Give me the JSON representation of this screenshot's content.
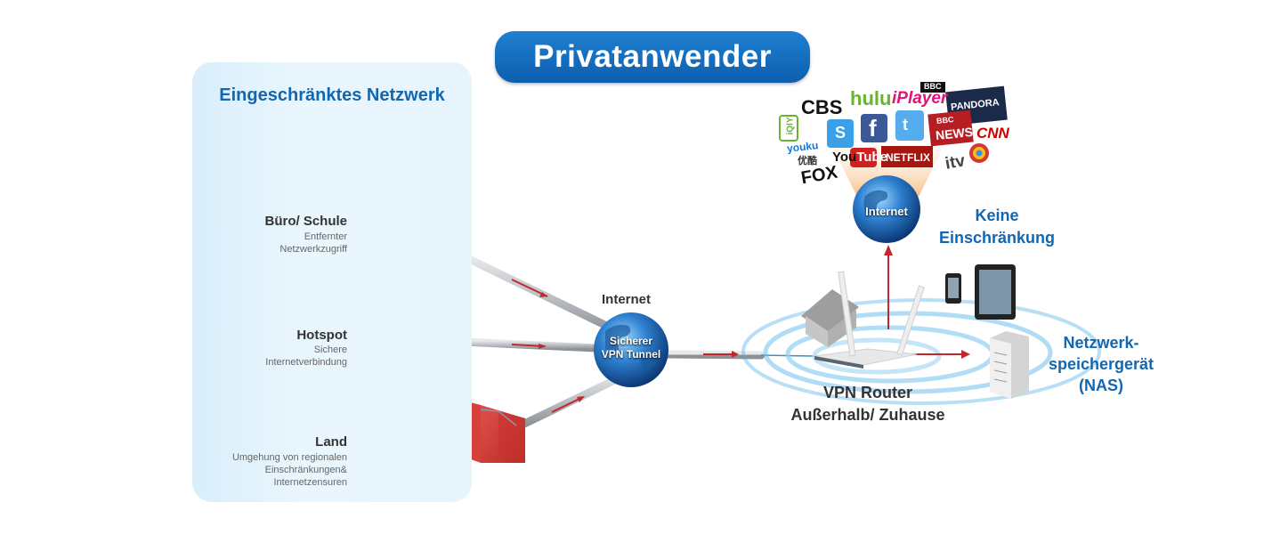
{
  "title": "Privatanwender",
  "restricted_network": {
    "title": "Eingeschränktes Netzwerk",
    "locations": [
      {
        "name": "Büro/ Schule",
        "sub": [
          "Entfernter",
          "Netzwerkzugriff"
        ]
      },
      {
        "name": "Hotspot",
        "sub": [
          "Sichere",
          "Internetverbindung"
        ]
      },
      {
        "name": "Land",
        "sub": [
          "Umgehung von regionalen",
          "Einschränkungen&",
          "Internetzensuren"
        ]
      }
    ]
  },
  "center": {
    "internet_label": "Internet",
    "tunnel_line1": "Sicherer",
    "tunnel_line2": "VPN Tunnel"
  },
  "router": {
    "line1": "VPN Router",
    "line2": "Außerhalb/ Zuhause"
  },
  "internet_globe_label": "Internet",
  "no_restriction": {
    "line1": "Keine",
    "line2": "Einschränkung"
  },
  "nas": {
    "line1": "Netzwerk-",
    "line2": "speichergerät",
    "line3": "(NAS)"
  },
  "services": {
    "iqiyi": "iQIY",
    "cbs": "CBS",
    "hulu": "hulu",
    "bbc_top": "BBC",
    "iplayer": "iPlayer",
    "pandora": "PANDORA",
    "youku": "youku",
    "youku_cn": "优酷",
    "bbc_news_top": "BBC",
    "bbc_news": "NEWS",
    "cnn": "CNN",
    "fox": "FOX",
    "youtube_you": "You",
    "youtube_tube": "Tube",
    "netflix": "NETFLIX",
    "itv": "itv"
  },
  "colors": {
    "accent_blue": "#1167b1",
    "arrow_red": "#c0282d",
    "tube_gray": "#b9bdc2",
    "pad_green": "#1fa86a"
  }
}
